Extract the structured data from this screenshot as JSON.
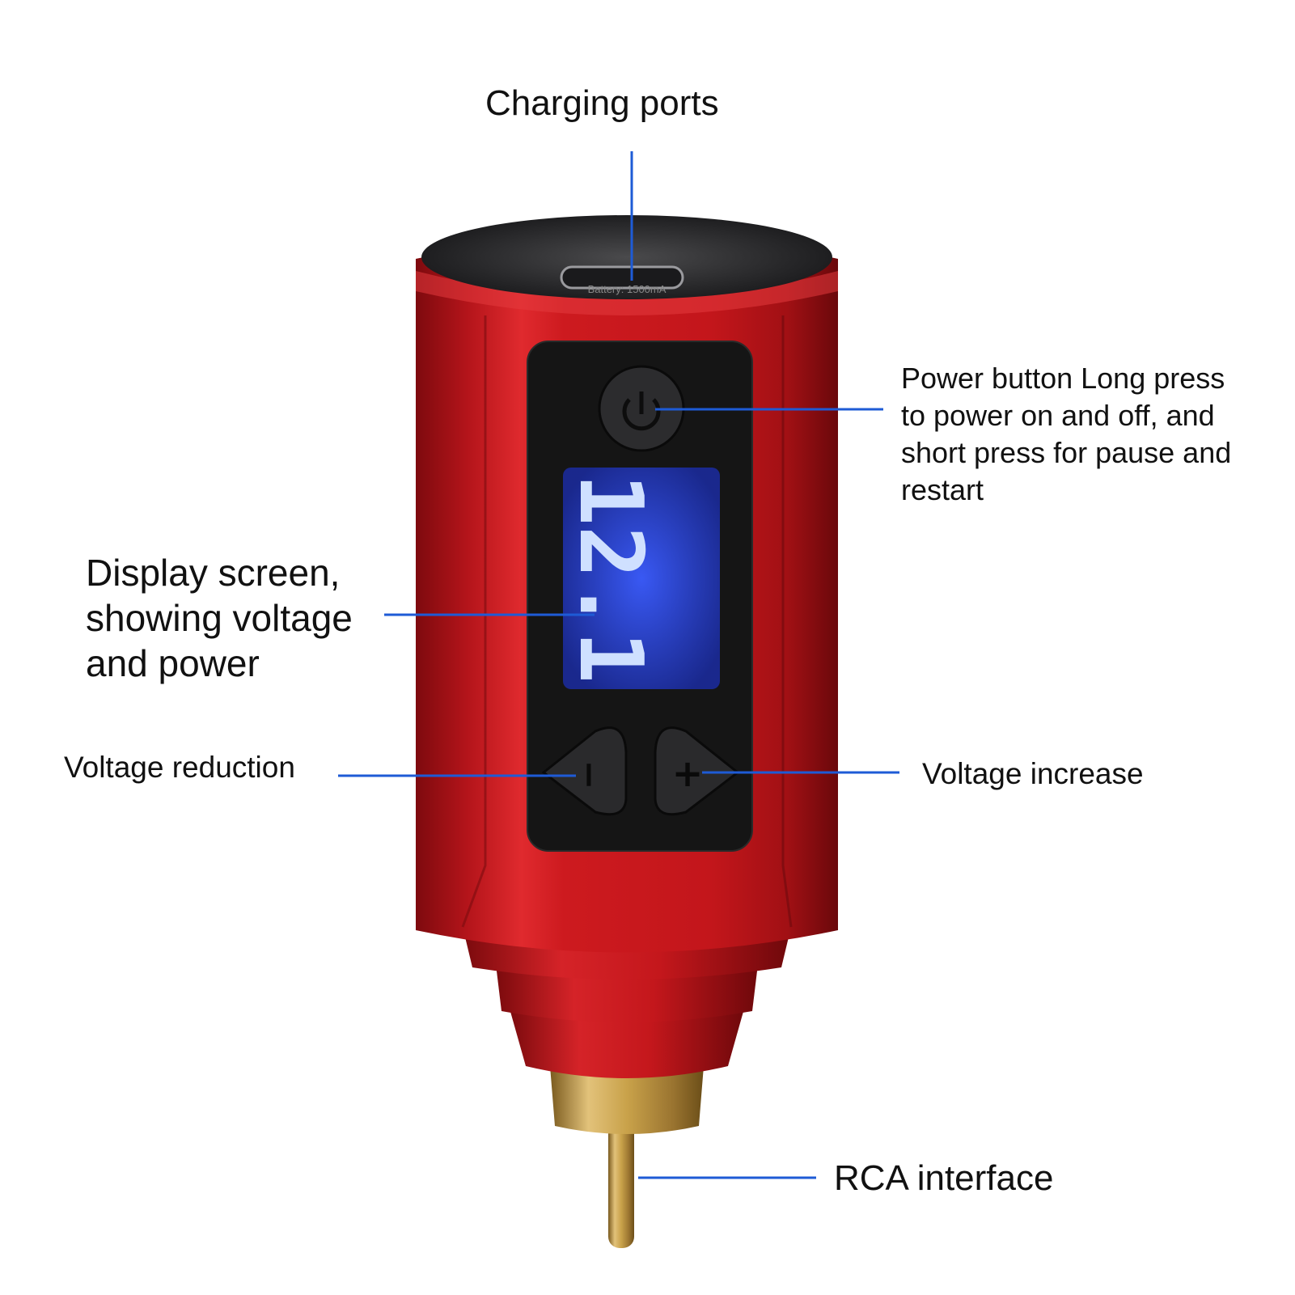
{
  "labels": {
    "charging_ports": "Charging ports",
    "power_button": [
      "Power button Long press",
      "to power on and off, and",
      "short press for pause and",
      "restart"
    ],
    "display_screen": [
      "Display screen,",
      "showing voltage",
      "and power"
    ],
    "voltage_reduction": "Voltage reduction",
    "voltage_increase": "Voltage increase",
    "rca_interface": "RCA interface"
  },
  "device": {
    "display_reading": "12.1",
    "battery_text": "Battery: 1500mA",
    "minus_symbol": "−",
    "plus_symbol": "+"
  },
  "colors": {
    "body_red": "#c8161c",
    "leader_line": "#1e5bd6",
    "display_glow": "#7fa8ff",
    "brass": "#c9a24a"
  },
  "icons": [
    "power-icon",
    "minus-icon",
    "plus-icon",
    "usb-c-port"
  ]
}
